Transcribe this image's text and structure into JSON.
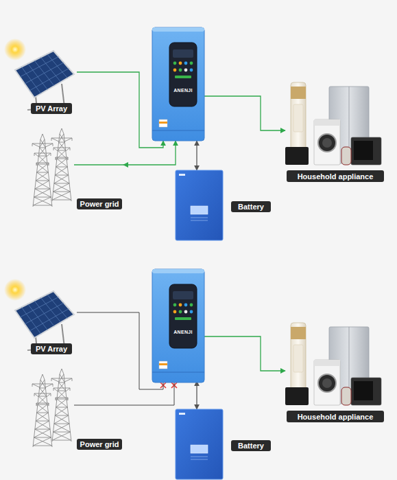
{
  "diagram": {
    "nodes": [
      {
        "text": [
          "PV Array"
        ]
      },
      {
        "text": [
          "ANENJI"
        ]
      },
      {
        "text": [
          "Household appliance"
        ]
      },
      {
        "text": [
          "Power grid"
        ]
      },
      {
        "text": [
          "Battery"
        ]
      },
      {
        "text": [
          "PV Array"
        ]
      },
      {
        "text": [
          "ANENJI"
        ]
      },
      {
        "text": [
          "Household appliance"
        ]
      },
      {
        "text": [
          "Power grid"
        ]
      },
      {
        "text": [
          "Battery"
        ]
      }
    ],
    "edges": [
      {
        "from": 0,
        "to": 1,
        "arrow": "to"
      },
      {
        "from": 3,
        "to": 1,
        "arrow": "both"
      },
      {
        "from": 1,
        "to": 4,
        "arrow": "both"
      },
      {
        "from": 1,
        "to": 2,
        "arrow": "to"
      },
      {
        "from": 5,
        "to": 6,
        "arrow": "none"
      },
      {
        "from": 8,
        "to": 6,
        "arrow": "none"
      },
      {
        "from": 6,
        "to": 9,
        "arrow": "both"
      },
      {
        "from": 6,
        "to": 7,
        "arrow": "to"
      }
    ]
  }
}
